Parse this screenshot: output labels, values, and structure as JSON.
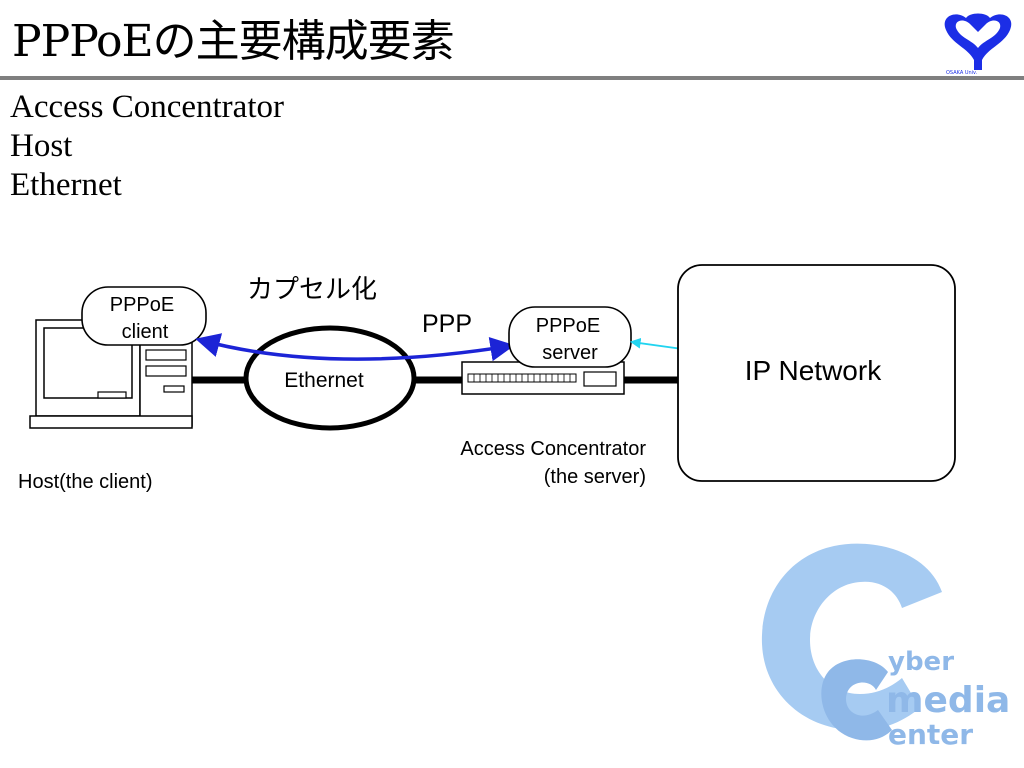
{
  "header": {
    "title": "PPPoEの主要構成要素"
  },
  "bullets": [
    "Access Concentrator",
    "Host",
    "Ethernet"
  ],
  "diagram": {
    "encapsulation_label": "カプセル化",
    "ppp_label": "PPP",
    "ethernet_label": "Ethernet",
    "pppoe_client": [
      "PPPoE",
      "client"
    ],
    "pppoe_server": [
      "PPPoE",
      "server"
    ],
    "ip_network_label": "IP Network",
    "host_caption": "Host(the client)",
    "ac_caption": [
      "Access Concentrator",
      "(the server)"
    ]
  },
  "branding": {
    "logo_small_text": "OSAKA Univ.",
    "cmc_letters": [
      "yber",
      "media",
      "enter"
    ],
    "colors": {
      "logo_blue": "#1c2ee6",
      "cmc_light": "#a6cbf2",
      "cmc_mid": "#8fb8e8",
      "arrow_blue": "#1c24d6",
      "arrow_cyan": "#22d4f0"
    }
  }
}
